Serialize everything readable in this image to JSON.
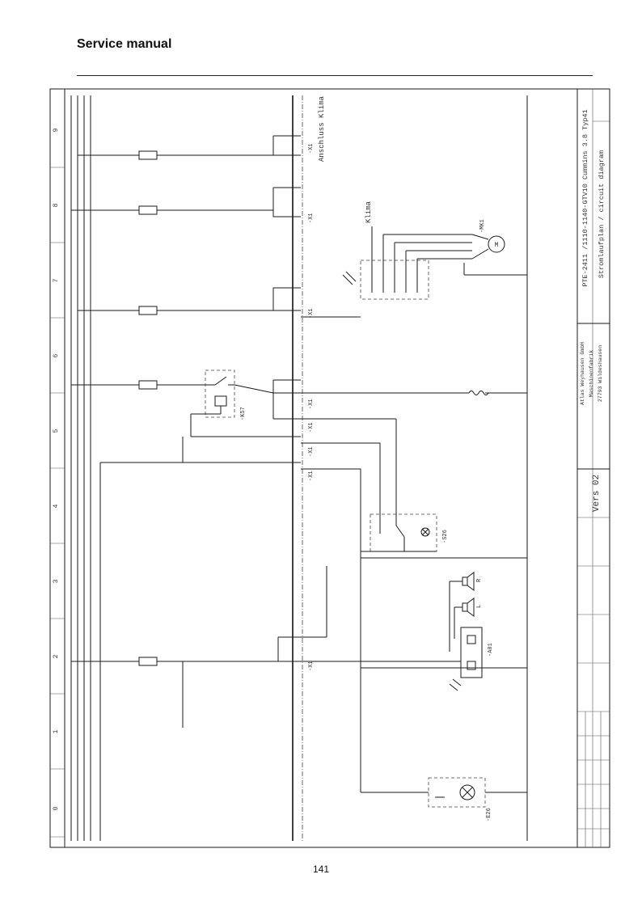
{
  "header": {
    "title": "Service manual"
  },
  "page_number": "141",
  "title_block": {
    "drawing_title": "PTE-2411 /1110-1140-GTV10 Cummins 3.8 Typ41",
    "drawing_subtitle": "Stromlaufplan / circuit diagram",
    "company_name": "Atlas Weyhausen GmbH",
    "company_line2": "Maschinenfabrik",
    "company_address": "27793 Wildeshausen",
    "version": "Vers 02"
  },
  "column_numbers": [
    "0",
    "1",
    "2",
    "3",
    "4",
    "5",
    "6",
    "7",
    "8",
    "9"
  ],
  "labels": {
    "klima_connection": "Anschluss Klima",
    "klima": "Klima",
    "mk1": "-MK1",
    "k57": "-K57",
    "s26": "-S26",
    "a01": "-A01",
    "e26": "-E26",
    "speaker_left": "L",
    "speaker_right": "R",
    "x1_a": "-X1",
    "x1_b": "-X1",
    "x1_c": "-X1",
    "x1_d": "-X1",
    "x1_e": "-X1",
    "x1_f": "-X1",
    "x1_g": "-X1",
    "x1_h": "-X1"
  }
}
